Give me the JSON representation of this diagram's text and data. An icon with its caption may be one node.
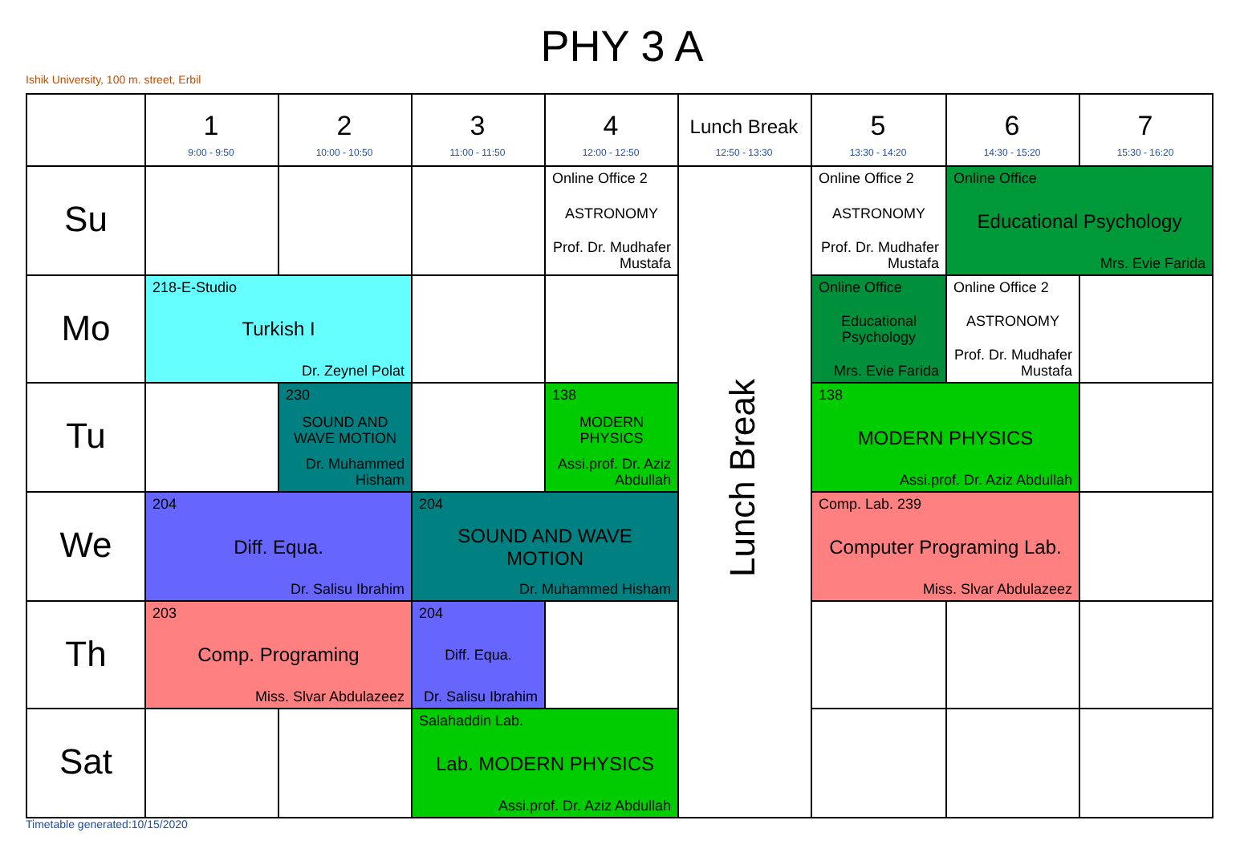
{
  "diagram": {
    "title": "PHY 3 A",
    "nodes": [
      {
        "text": [
          "Online Office 2",
          "ASTRONOMY",
          "Prof. Dr. Mudhafer Mustafa"
        ]
      },
      {
        "text": [
          "Online Office 2",
          "ASTRONOMY",
          "Prof. Dr. Mudhafer Mustafa"
        ]
      },
      {
        "text": [
          "Online Office",
          "Educational Psychology",
          "Mrs. Evie Farida"
        ]
      },
      {
        "text": [
          "218-E-Studio",
          "Turkish I",
          "Dr. Zeynel Polat"
        ]
      },
      {
        "text": [
          "Online Office",
          "Educational Psychology",
          "Mrs. Evie Farida"
        ]
      },
      {
        "text": [
          "Online Office 2",
          "ASTRONOMY",
          "Prof. Dr. Mudhafer Mustafa"
        ]
      },
      {
        "text": [
          "230",
          "SOUND AND WAVE MOTION",
          "Dr. Muhammed Hisham"
        ]
      },
      {
        "text": [
          "138",
          "MODERN PHYSICS",
          "Assi.prof. Dr. Aziz Abdullah"
        ]
      },
      {
        "text": [
          "138",
          "MODERN PHYSICS",
          "Assi.prof. Dr. Aziz Abdullah"
        ]
      },
      {
        "text": [
          "204",
          "Diff. Equa.",
          "Dr. Salisu Ibrahim"
        ]
      },
      {
        "text": [
          "204",
          "SOUND AND WAVE MOTION",
          "Dr. Muhammed Hisham"
        ]
      },
      {
        "text": [
          "Comp. Lab. 239",
          "Computer Programing Lab.",
          "Miss. Slvar Abdulazeez"
        ]
      },
      {
        "text": [
          "203",
          "Comp. Programing",
          "Miss. Slvar Abdulazeez"
        ]
      },
      {
        "text": [
          "204",
          "Diff. Equa.",
          "Dr. Salisu Ibrahim"
        ]
      },
      {
        "text": [
          "Salahaddin Lab.",
          "Lab. MODERN PHYSICS",
          "Assi.prof. Dr. Aziz Abdullah"
        ]
      }
    ],
    "labels": [
      "Ishik University, 100 m. street, Erbil",
      "1",
      "9:00 - 9:50",
      "2",
      "10:00 - 10:50",
      "3",
      "11:00 - 11:50",
      "4",
      "12:00 - 12:50",
      "Lunch Break",
      "12:50 - 13:30",
      "5",
      "13:30 - 14:20",
      "6",
      "14:30 - 15:20",
      "7",
      "15:30 - 16:20",
      "Su",
      "Mo",
      "Tu",
      "We",
      "Th",
      "Sat",
      "Lunch Break",
      "Timetable generated:10/15/2020"
    ]
  }
}
